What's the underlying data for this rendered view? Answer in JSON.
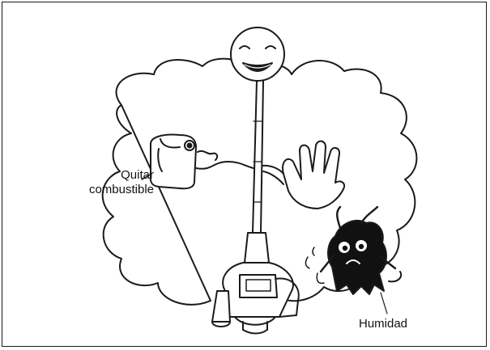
{
  "labels": {
    "remove_fuel_line1": "Quitar",
    "remove_fuel_line2": "combustible",
    "humidity": "Humidad"
  },
  "colors": {
    "line": "#1a1a1a",
    "background": "#ffffff",
    "bug_fill": "#111111"
  },
  "icons": [
    "smiley-face-icon",
    "fuel-can-icon",
    "raised-hand-icon",
    "moisture-bug-icon",
    "trimmer-engine-icon"
  ]
}
